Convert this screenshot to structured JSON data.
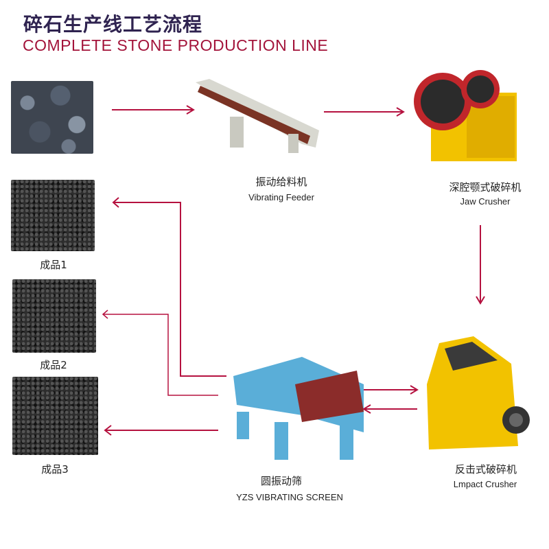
{
  "title": {
    "cn": "碎石生产线工艺流程",
    "en": "COMPLETE STONE PRODUCTION LINE"
  },
  "machines": {
    "feeder": {
      "cn": "振动给料机",
      "en": "Vibrating Feeder"
    },
    "jaw": {
      "cn": "深腔颚式破碎机",
      "en": "Jaw Crusher"
    },
    "impact": {
      "cn": "反击式破碎机",
      "en": "Lmpact Crusher"
    },
    "screen": {
      "cn": "圆振动筛",
      "en": "YZS VIBRATING SCREEN"
    }
  },
  "products": [
    {
      "label": "成品1"
    },
    {
      "label": "成品2"
    },
    {
      "label": "成品3"
    }
  ],
  "colors": {
    "arrow": "#b5113f",
    "title_cn": "#2f2350",
    "title_en": "#a3133a"
  }
}
